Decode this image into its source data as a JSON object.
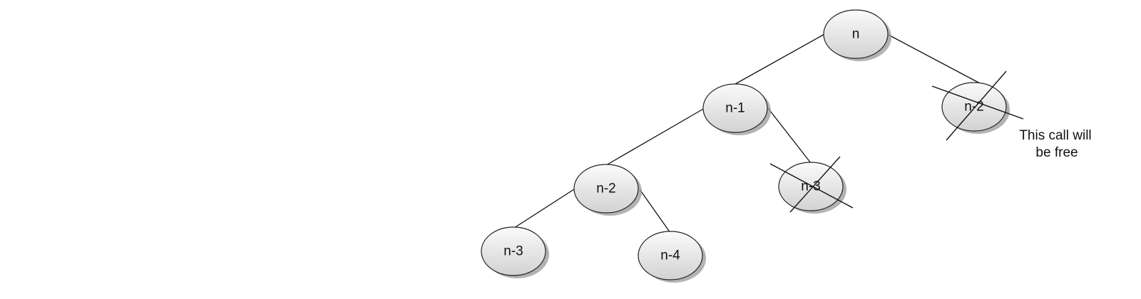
{
  "diagram": {
    "nodes": {
      "root": {
        "label": "n"
      },
      "n1": {
        "label": "n-1"
      },
      "n2_right": {
        "label": "n-2",
        "crossed_out": true
      },
      "n2_left": {
        "label": "n-2"
      },
      "n3_mid": {
        "label": "n-3",
        "crossed_out": true
      },
      "n3_left": {
        "label": "n-3"
      },
      "n4": {
        "label": "n-4"
      }
    },
    "edges": [
      [
        "root",
        "n1"
      ],
      [
        "root",
        "n2_right"
      ],
      [
        "n1",
        "n2_left"
      ],
      [
        "n1",
        "n3_mid"
      ],
      [
        "n2_left",
        "n3_left"
      ],
      [
        "n2_left",
        "n4"
      ]
    ],
    "annotation": {
      "line1": "This call will",
      "line2": "be free"
    },
    "colors": {
      "node_fill_top": "#fbfbfb",
      "node_fill_bottom": "#d2d2d2",
      "stroke": "#111111"
    }
  }
}
